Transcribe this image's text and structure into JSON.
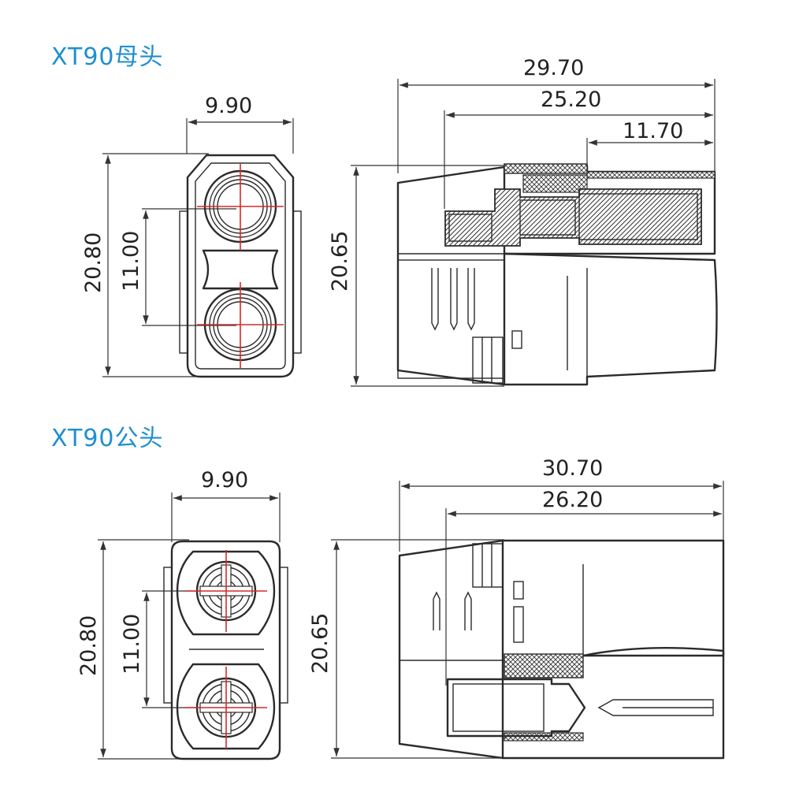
{
  "theme": {
    "title_color": "#1f8fd0",
    "line_color": "#2b2b2b",
    "center_mark_color": "#d42a2a"
  },
  "female": {
    "title": "XT90母头",
    "front_width": "9.90",
    "front_height": "20.80",
    "pin_pitch": "11.00",
    "side_height": "20.65",
    "side_length_total": "29.70",
    "side_length_inner": "25.20",
    "side_length_tube": "11.70"
  },
  "male": {
    "title": "XT90公头",
    "front_width": "9.90",
    "front_height": "20.80",
    "pin_pitch": "11.00",
    "side_height": "20.65",
    "side_length_total": "30.70",
    "side_length_inner": "26.20"
  }
}
